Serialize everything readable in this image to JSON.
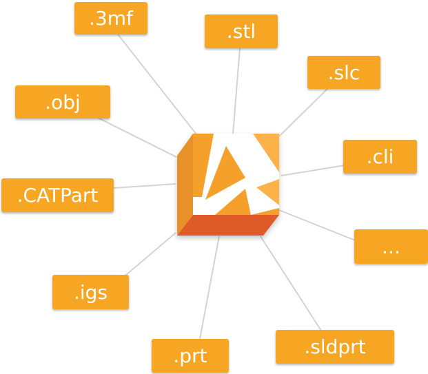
{
  "colors": {
    "tag_fill": "#F6A623",
    "tag_text": "#FFFFFF",
    "connector": "#D3D3D3",
    "logo_front": "#F5A02B",
    "logo_side": "#E8902A",
    "logo_bottom": "#DE5A27",
    "logo_mark": "#FFFFFF",
    "logo_accent": "#FBB24A"
  },
  "center": {
    "icon": "logo-cube-icon"
  },
  "formats": [
    {
      "id": "3mf",
      "label": ".3mf"
    },
    {
      "id": "stl",
      "label": ".stl"
    },
    {
      "id": "slc",
      "label": ".slc"
    },
    {
      "id": "obj",
      "label": ".obj"
    },
    {
      "id": "cli",
      "label": ".cli"
    },
    {
      "id": "catpart",
      "label": ".CATPart"
    },
    {
      "id": "more",
      "label": "..."
    },
    {
      "id": "igs",
      "label": ".igs"
    },
    {
      "id": "prt",
      "label": ".prt"
    },
    {
      "id": "sldprt",
      "label": ".sldprt"
    }
  ]
}
